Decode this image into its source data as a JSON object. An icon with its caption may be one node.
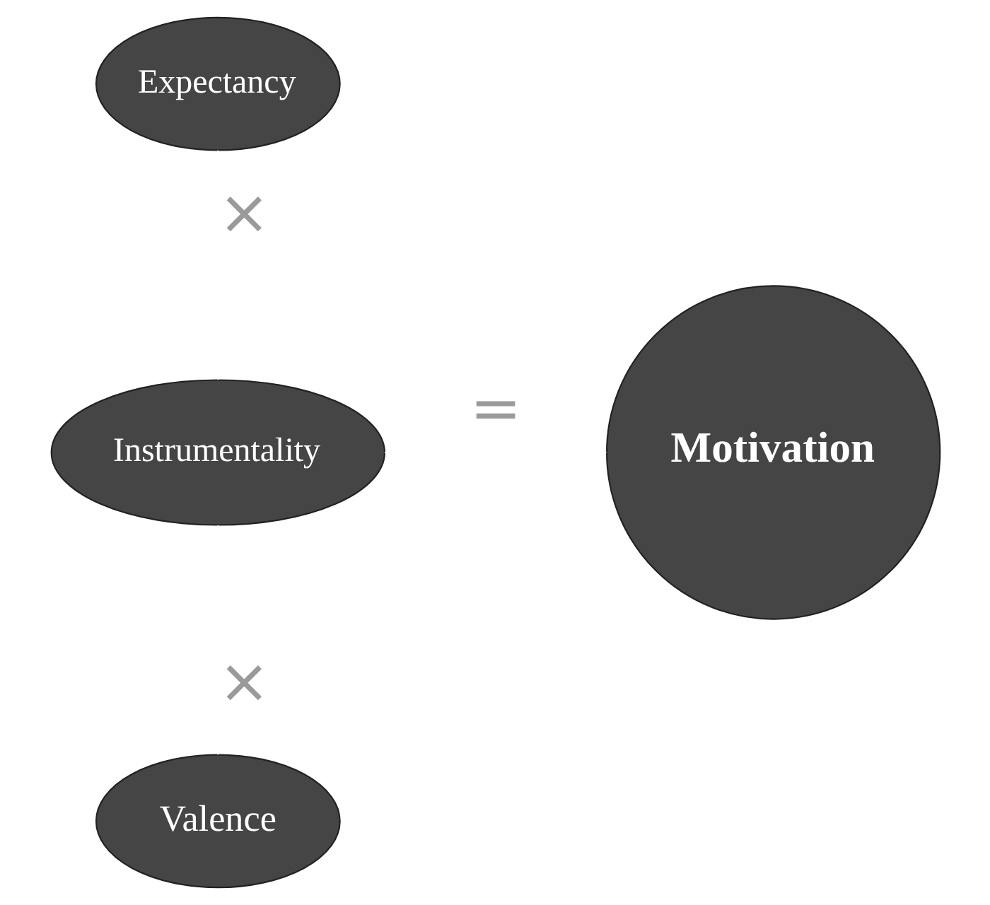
{
  "diagram": {
    "nodes": [
      {
        "text": [
          "Expectancy"
        ]
      },
      {
        "text": [
          "Instrumentality"
        ]
      },
      {
        "text": [
          "Valence"
        ]
      },
      {
        "text": [
          "Motivation"
        ]
      }
    ],
    "edges": [
      {
        "from": 0,
        "to": 1,
        "arrow": "none",
        "label": "×"
      },
      {
        "from": 1,
        "to": 2,
        "arrow": "none",
        "label": "×"
      },
      {
        "from": 1,
        "to": 3,
        "arrow": "none",
        "label": "="
      }
    ]
  }
}
